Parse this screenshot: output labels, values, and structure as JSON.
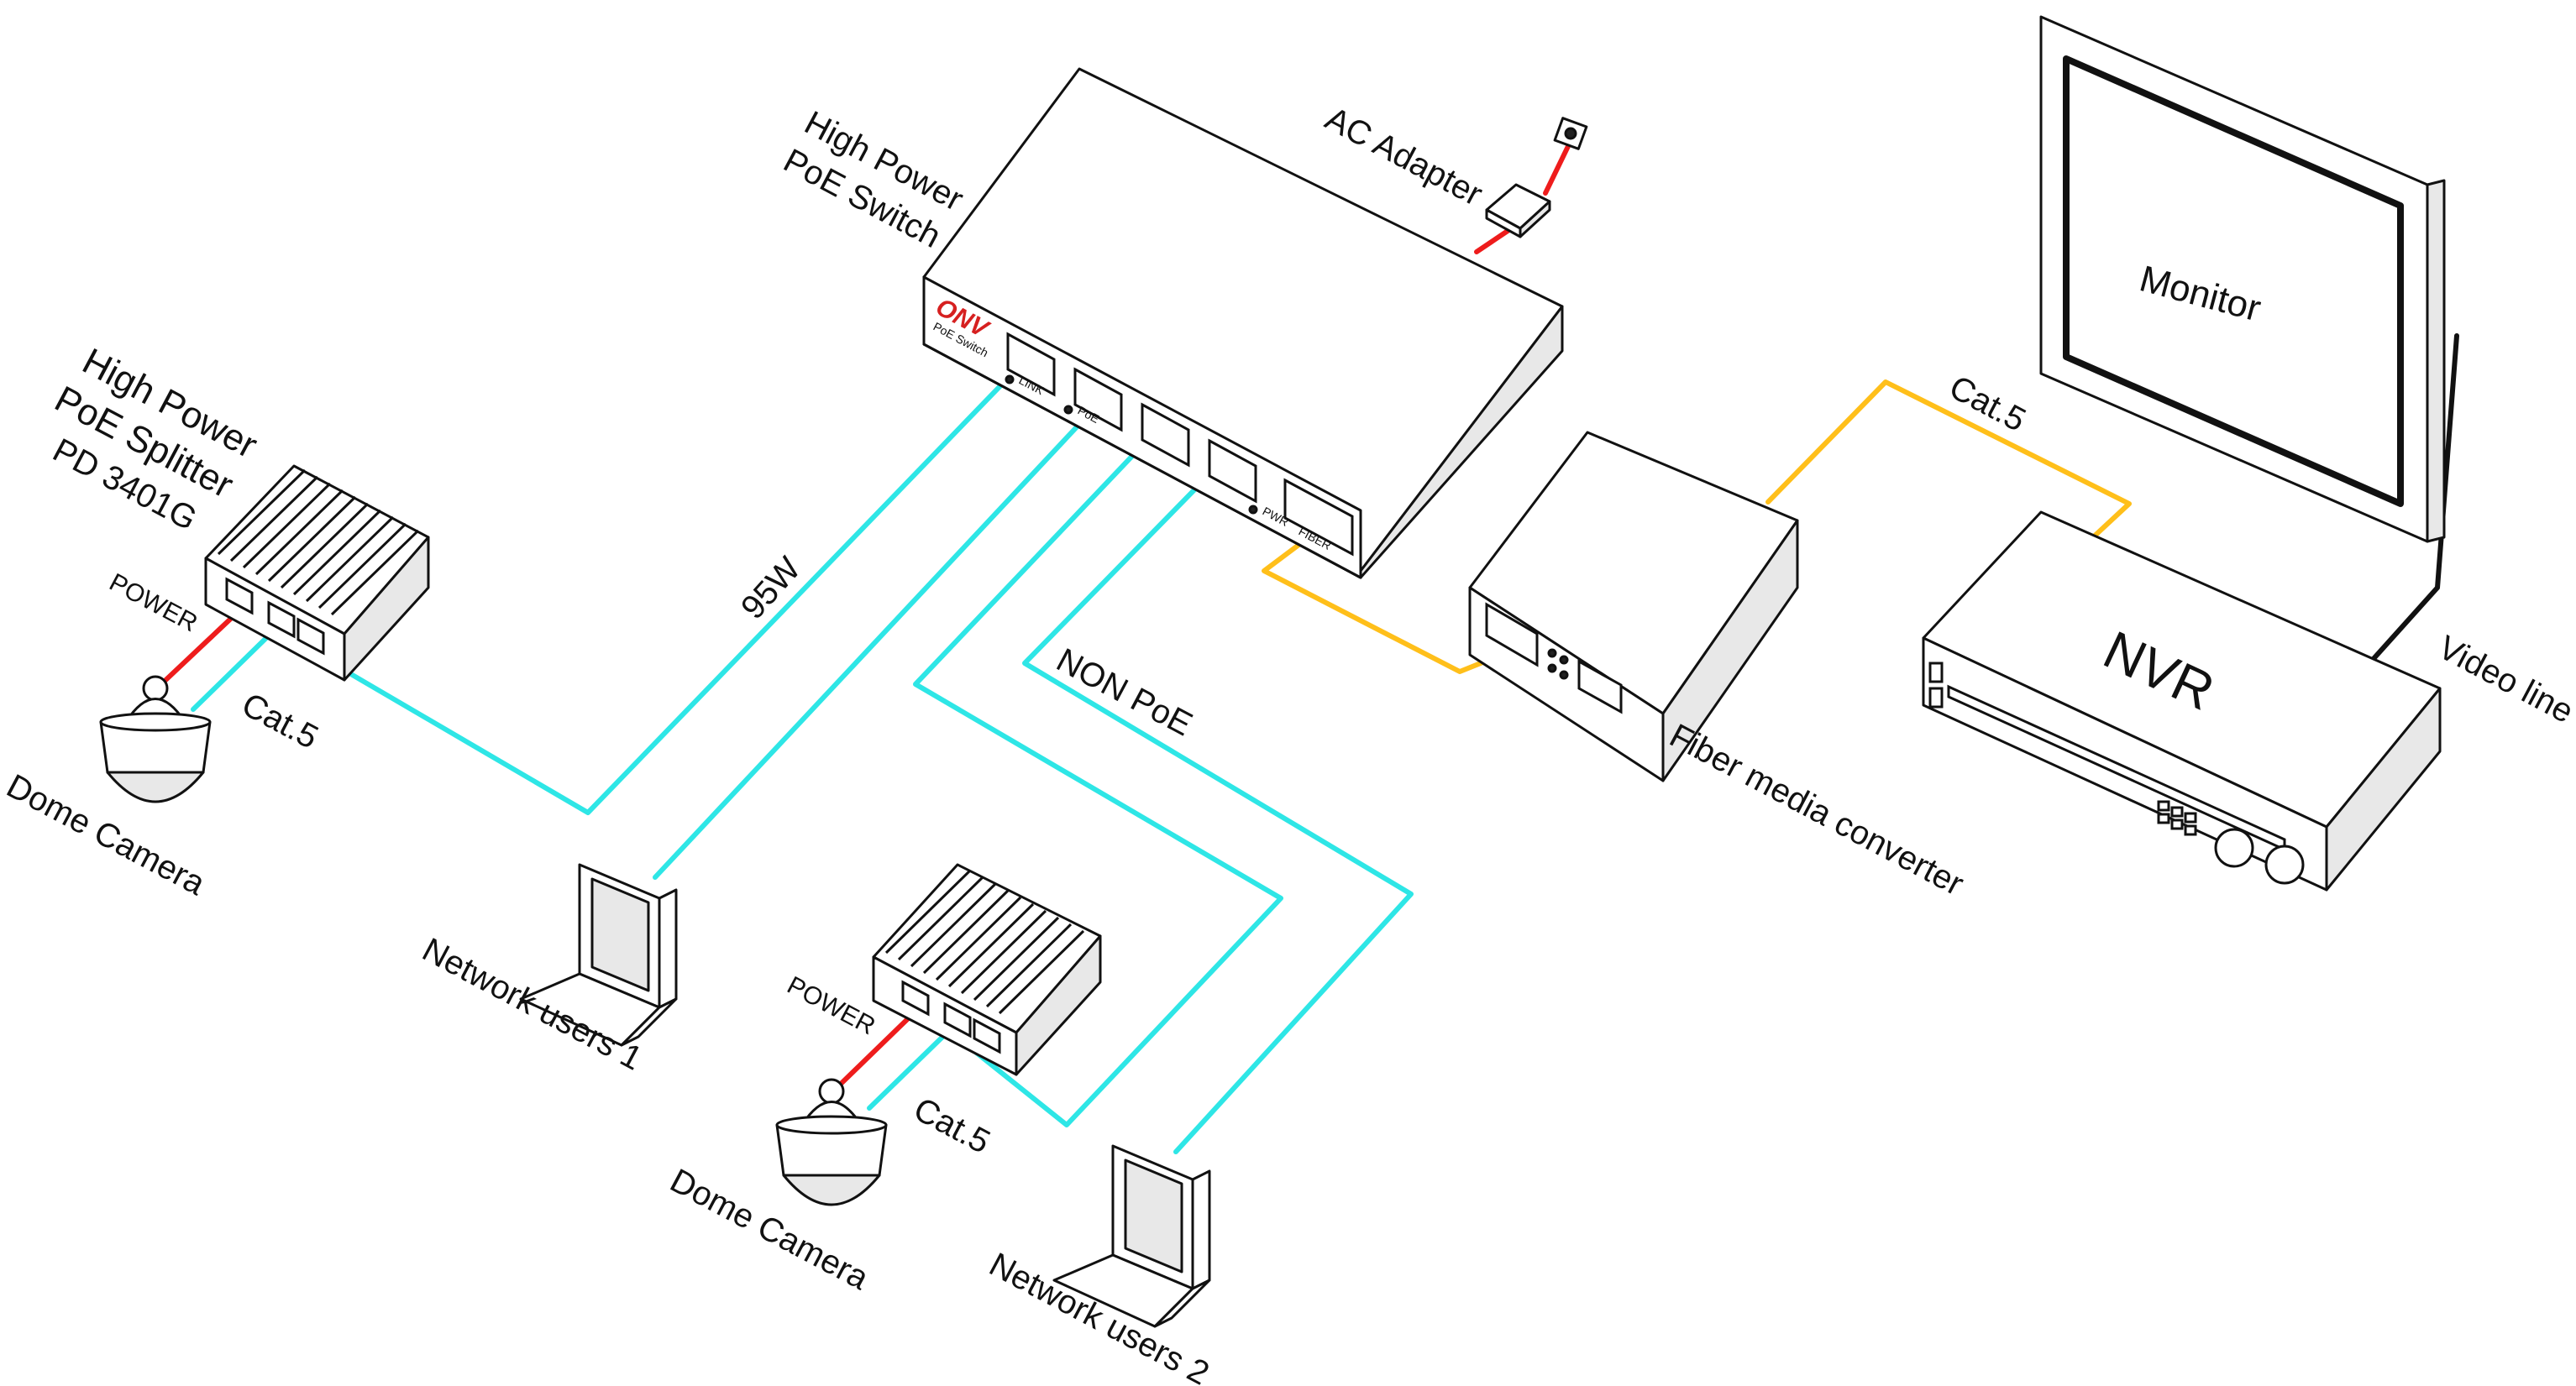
{
  "labels": {
    "switch": [
      "High Power",
      "PoE  Switch"
    ],
    "switch_brand": "ONV",
    "switch_model": "PoE Switch",
    "switch_port_labels": [
      "LINK",
      "PoE",
      "PWR",
      "FIBER"
    ],
    "ac_adapter": "AC Adapter",
    "splitter": [
      "High Power",
      "PoE Splitter"
    ],
    "splitter_model": "PD 3401G",
    "power_1": "POWER",
    "power_2": "POWER",
    "cat5_1": "Cat.5",
    "cat5_2": "Cat.5",
    "cat5_3": "Cat.5",
    "dome_camera_1": "Dome Camera",
    "dome_camera_2": "Dome Camera",
    "watt": "95W",
    "non_poe": "NON PoE",
    "network_users_1": "Network users 1",
    "network_users_2": "Network users 2",
    "fiber_media_converter": "Fiber media converter",
    "monitor": "Monitor",
    "nvr": "NVR",
    "video_line": "Video line"
  },
  "colors": {
    "ethernet_cable": "#2ee6e6",
    "power_cable": "#ee1c1c",
    "fiber_cable": "#ffbf1a",
    "video_cable": "#111111",
    "brand": "#d62020"
  },
  "icons": [
    "poe-switch-icon",
    "ac-adapter-icon",
    "poe-splitter-icon",
    "dome-camera-icon",
    "laptop-icon",
    "fiber-media-converter-icon",
    "nvr-icon",
    "monitor-icon"
  ]
}
